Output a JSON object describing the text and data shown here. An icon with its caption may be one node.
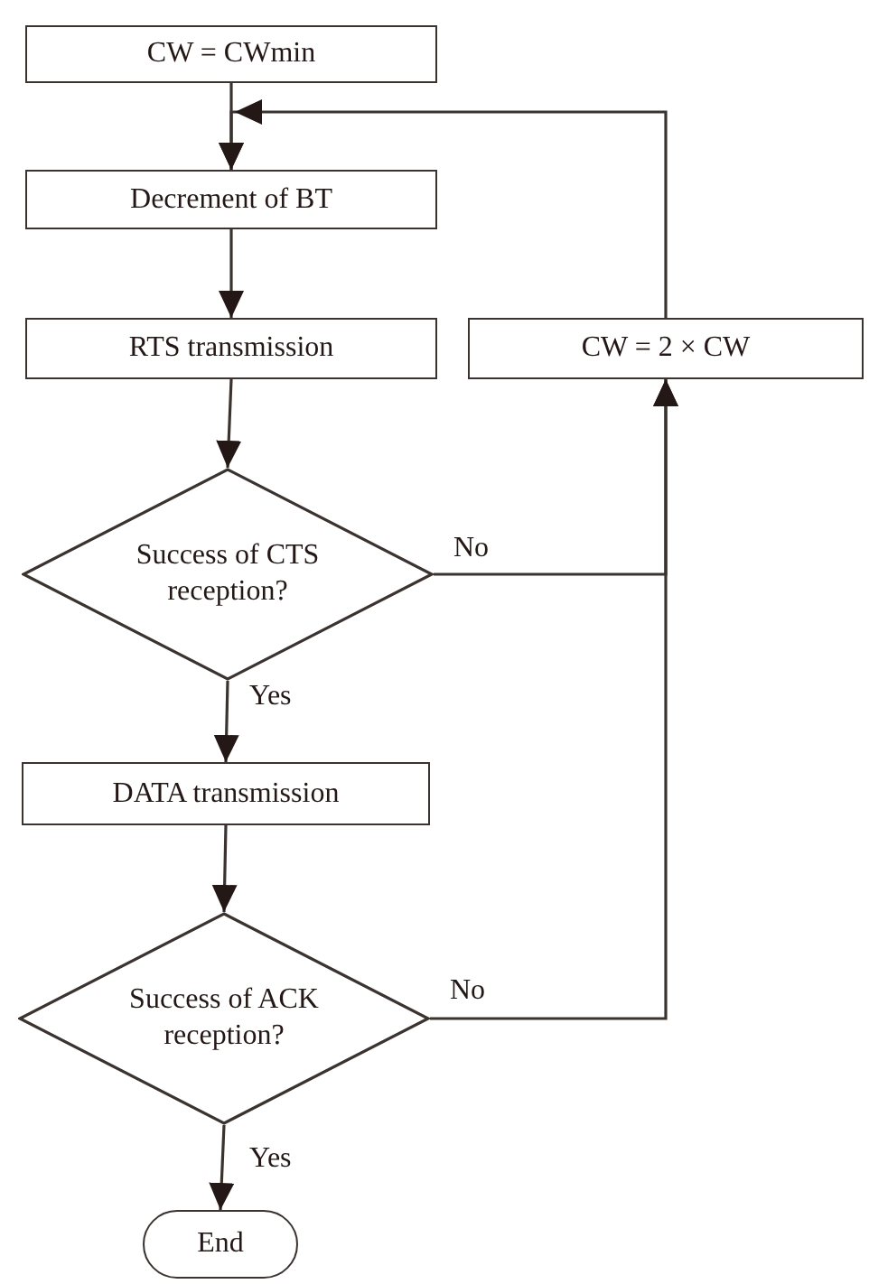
{
  "diagram": {
    "nodes": [
      {
        "text": [
          "CW = CWmin"
        ]
      },
      {
        "text": [
          "Decrement of BT"
        ]
      },
      {
        "text": [
          "RTS transmission"
        ]
      },
      {
        "text": [
          "CW = 2 × CW"
        ]
      },
      {
        "text": [
          "Success of CTS reception?"
        ]
      },
      {
        "text": [
          "DATA transmission"
        ]
      },
      {
        "text": [
          "Success of ACK reception?"
        ]
      },
      {
        "text": [
          "End"
        ]
      }
    ],
    "edges": [
      {
        "from": 0,
        "to": 1,
        "arrow": "to"
      },
      {
        "from": 1,
        "to": 2,
        "arrow": "to"
      },
      {
        "from": 2,
        "to": 4,
        "arrow": "to"
      },
      {
        "from": 4,
        "to": 5,
        "arrow": "to",
        "label": "Yes"
      },
      {
        "from": 5,
        "to": 6,
        "arrow": "to"
      },
      {
        "from": 6,
        "to": 7,
        "arrow": "to",
        "label": "Yes"
      },
      {
        "from": 4,
        "to": 3,
        "arrow": "to",
        "label": "No"
      },
      {
        "from": 6,
        "to": 3,
        "arrow": "to",
        "label": "No"
      },
      {
        "from": 3,
        "to": 1,
        "arrow": "to"
      }
    ]
  }
}
